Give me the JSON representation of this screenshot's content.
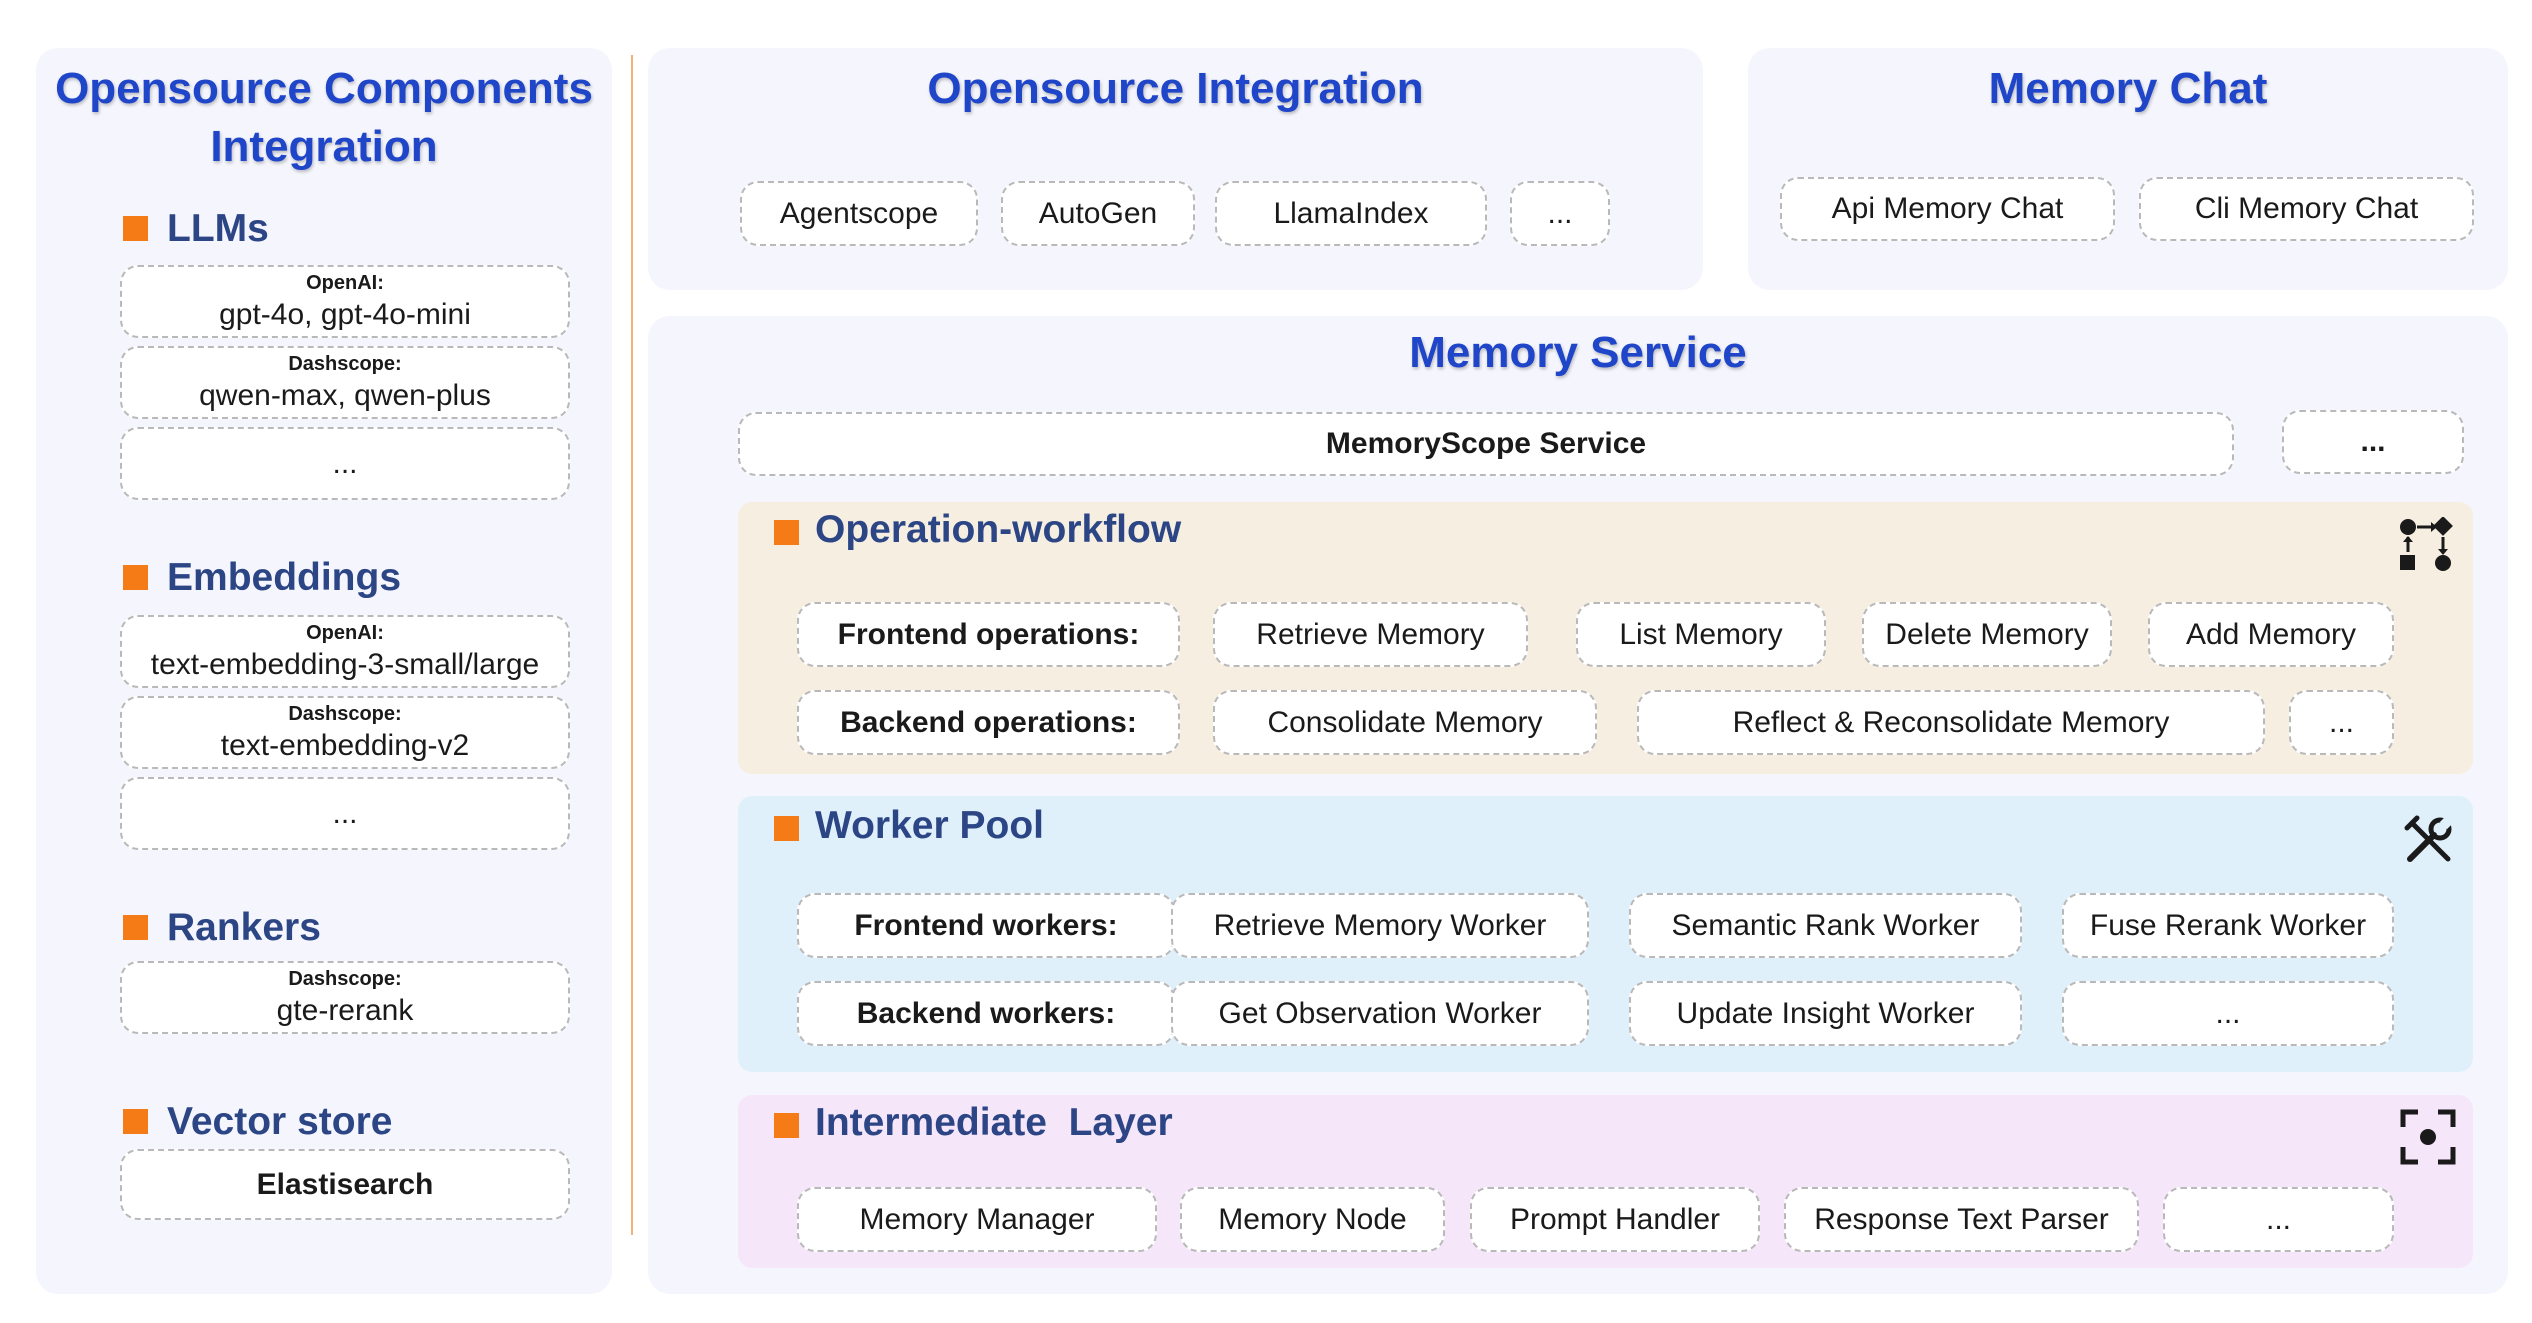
{
  "left": {
    "title_line1": "Opensource Components",
    "title_line2": "Integration",
    "llms": {
      "heading": "LLMs",
      "items": [
        {
          "sub": "OpenAI:",
          "main": "gpt-4o, gpt-4o-mini"
        },
        {
          "sub": "Dashscope:",
          "main": "qwen-max, qwen-plus"
        },
        {
          "main": "..."
        }
      ]
    },
    "embeddings": {
      "heading": "Embeddings",
      "items": [
        {
          "sub": "OpenAI:",
          "main": "text-embedding-3-small/large"
        },
        {
          "sub": "Dashscope:",
          "main": "text-embedding-v2"
        },
        {
          "main": "..."
        }
      ]
    },
    "rankers": {
      "heading": "Rankers",
      "items": [
        {
          "sub": "Dashscope:",
          "main": "gte-rerank"
        }
      ]
    },
    "vector_store": {
      "heading": "Vector store",
      "items": [
        {
          "main": "Elastisearch"
        }
      ]
    }
  },
  "integration": {
    "title": "Opensource Integration",
    "items": [
      "Agentscope",
      "AutoGen",
      "LlamaIndex",
      "..."
    ]
  },
  "chat": {
    "title": "Memory Chat",
    "items": [
      "Api Memory Chat",
      "Cli Memory Chat"
    ]
  },
  "service": {
    "title": "Memory Service",
    "service_box": "MemoryScope Service",
    "service_more": "...",
    "workflow": {
      "heading": "Operation-workflow",
      "icon": "workflow-icon",
      "frontend_label": "Frontend operations:",
      "frontend": [
        "Retrieve Memory",
        "List Memory",
        "Delete Memory",
        "Add Memory"
      ],
      "backend_label": "Backend operations:",
      "backend": [
        "Consolidate Memory",
        "Reflect & Reconsolidate Memory",
        "..."
      ]
    },
    "workers": {
      "heading": "Worker Pool",
      "icon": "tools-icon",
      "frontend_label": "Frontend workers:",
      "frontend": [
        "Retrieve Memory Worker",
        "Semantic Rank Worker",
        "Fuse Rerank Worker"
      ],
      "backend_label": "Backend workers:",
      "backend": [
        "Get Observation Worker",
        "Update Insight Worker",
        "..."
      ]
    },
    "intermediate": {
      "heading": "Intermediate  Layer",
      "icon": "focus-icon",
      "items": [
        "Memory Manager",
        "Memory Node",
        "Prompt Handler",
        "Response Text Parser",
        "..."
      ]
    }
  },
  "colors": {
    "title_blue": "#1f45c9",
    "section_navy": "#2c4585",
    "bullet_orange": "#f47b16",
    "panel_bg": "#f5f6fd",
    "workflow_bg": "#f7eee2",
    "worker_bg": "#dff0fb",
    "intermediate_bg": "#f6e6fa",
    "divider": "#f1b27a"
  }
}
